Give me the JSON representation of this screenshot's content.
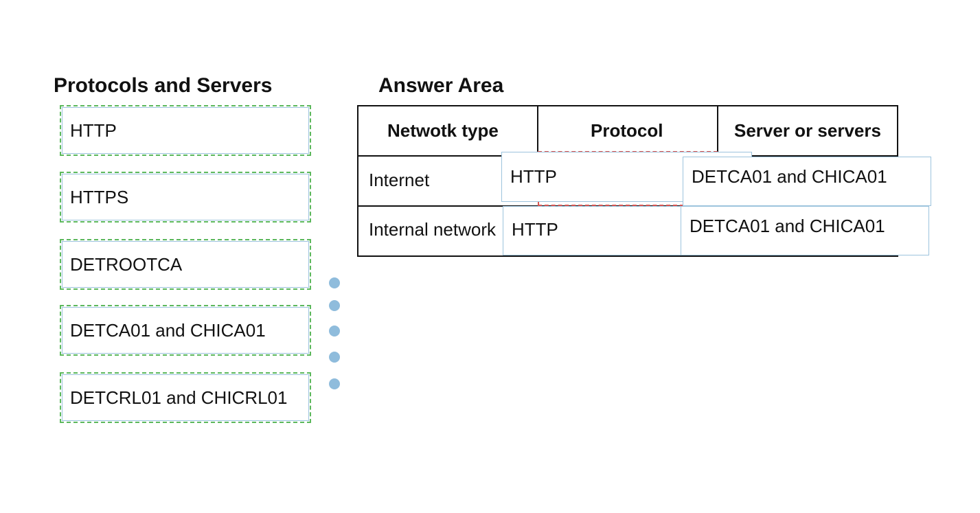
{
  "left_panel": {
    "title": "Protocols and Servers",
    "items": [
      {
        "label": "HTTP"
      },
      {
        "label": "HTTPS"
      },
      {
        "label": "DETROOTCA"
      },
      {
        "label": "DETCA01 and CHICA01"
      },
      {
        "label": "DETCRL01 and CHICRL01"
      }
    ]
  },
  "answer_area": {
    "title": "Answer Area",
    "headers": [
      "Netwotk type",
      "Protocol",
      "Server or servers"
    ],
    "rows": [
      {
        "network_type": "Internet",
        "protocol": "HTTP",
        "servers": "DETCA01 and CHICA01"
      },
      {
        "network_type": "Internal network",
        "protocol": "HTTP",
        "servers": "DETCA01 and CHICA01"
      }
    ]
  },
  "colors": {
    "item_border": "#5cb85c",
    "inner_border": "#9cc3dd",
    "drop_target_border": "#d9534f",
    "dot": "#8fbcdc",
    "table_line": "#111111"
  }
}
